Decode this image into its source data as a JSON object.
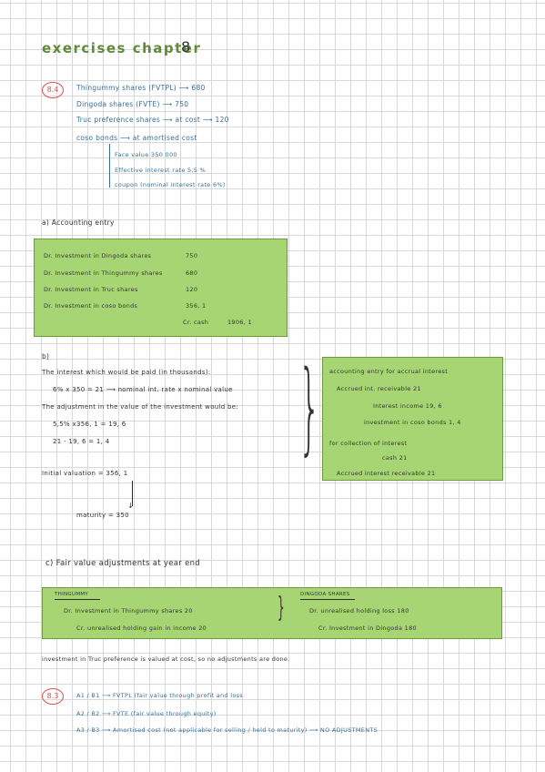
{
  "title": "exercises chapter",
  "chapter_num": "8",
  "ex84": {
    "badge": "8.4",
    "l1": "Thingummy shares (FVTPL) ⟶ 680",
    "l2": "Dingoda shares (FVTE) ⟶ 750",
    "l3": "Truc preference shares ⟶ at cost ⟶ 120",
    "l4": "coso bonds ⟶ at amortised cost",
    "l5": "Face value 350 000",
    "l6": "Effective interest rate 5,5 %",
    "l7": "coupon (nominal interest rate 6%)"
  },
  "part_a": {
    "heading": "a) Accounting entry",
    "r1_label": "Dr. Investment in Dingoda shares",
    "r1_val": "750",
    "r2_label": "Dr. Investment in Thingummy shares",
    "r2_val": "680",
    "r3_label": "Dr. Investment in Truc shares",
    "r3_val": "120",
    "r4_label": "Dr. Investment in coso bonds",
    "r4_val": "356, 1",
    "r5_label": "Cr. cash",
    "r5_val": "1906, 1"
  },
  "part_b": {
    "heading": "b)",
    "l1": "The interest which would be paid (in thousands):",
    "l2": "6% x 350 = 21 ⟶ nominal int. rate x nominal value",
    "l3": "The adjustment in the value of the investment would be:",
    "l4": "5,5% x356, 1 = 19, 6",
    "l5": "21 - 19, 6 = 1, 4",
    "l6": "Initial valuation = 356, 1",
    "l7": "maturity = 350",
    "box_l1": "accounting entry for accrual interest",
    "box_l2": "Accrued int. receivable 21",
    "box_l3": "Interest income 19, 6",
    "box_l4": "investment in coso bonds 1, 4",
    "box_l5": "for collection of interest",
    "box_l6": "cash 21",
    "box_l7": "Accrued interest receivable 21"
  },
  "part_c": {
    "heading": "c) Fair value adjustments at year end",
    "left_title": "THINGUMMY",
    "left_l1": "Dr. Investment in Thingummy shares 20",
    "left_l2": "Cr. unrealised holding gain in income 20",
    "right_title": "DINGODA SHARES",
    "right_l1": "Dr. unrealised holding loss 180",
    "right_l2": "Cr. Investment in Dingoda 180",
    "note": "investment in Truc preference is valued at cost, so no adjustments are done."
  },
  "ex83": {
    "badge": "8.3",
    "l1": "A1 / B1 ⟶ FVTPL (fair value through profit and loss",
    "l2": "A2 / B2 ⟶ FVTE (fair value through equity)",
    "l3": "A3 / B3 ⟶ Amortised cost (not applicable for selling / held to maturity) ⟶ NO ADJUSTMENTS"
  },
  "colors": {
    "green_box": "#a8d574",
    "blue_ink": "#3a6f95",
    "title_green": "#5f8a3a",
    "badge_red": "#d9534f"
  }
}
